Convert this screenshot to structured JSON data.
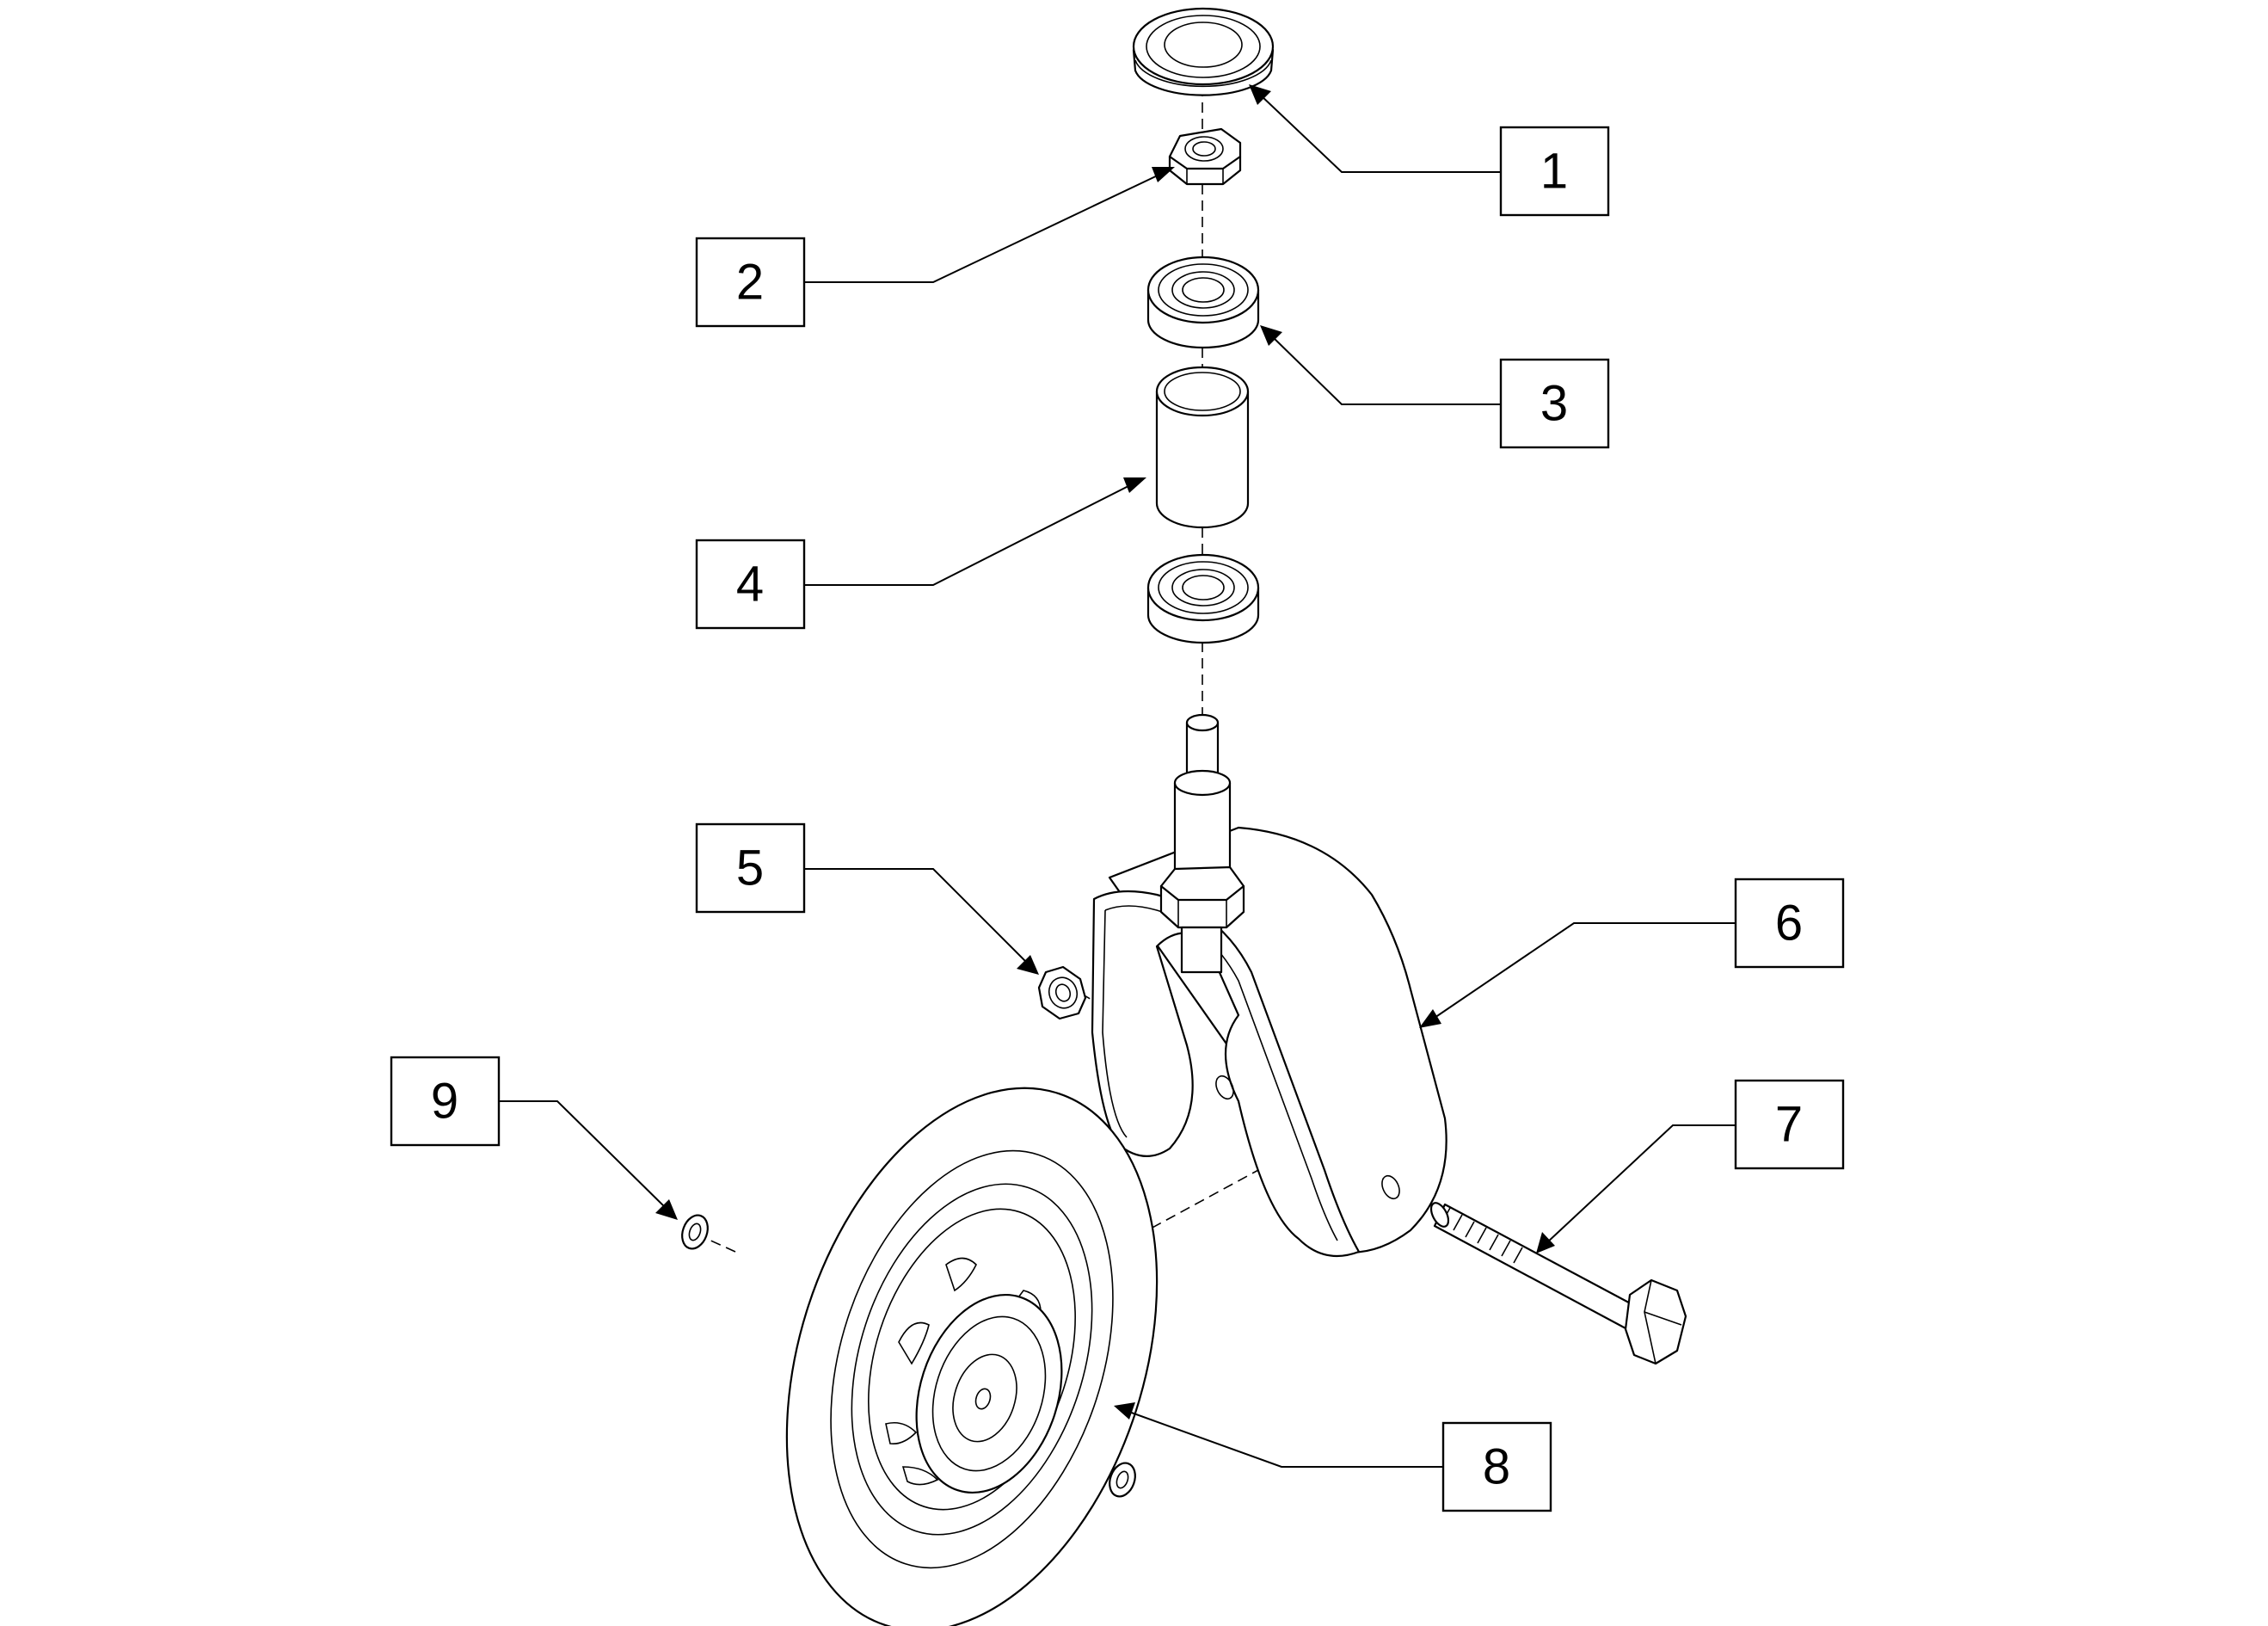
{
  "diagram": {
    "callouts": [
      {
        "id": "cap",
        "label": "1"
      },
      {
        "id": "nut",
        "label": "2"
      },
      {
        "id": "bearing",
        "label": "3"
      },
      {
        "id": "spacer",
        "label": "4"
      },
      {
        "id": "locknut",
        "label": "5"
      },
      {
        "id": "fork",
        "label": "6"
      },
      {
        "id": "axle-bolt",
        "label": "7"
      },
      {
        "id": "wheel",
        "label": "8"
      },
      {
        "id": "washer",
        "label": "9"
      }
    ]
  }
}
